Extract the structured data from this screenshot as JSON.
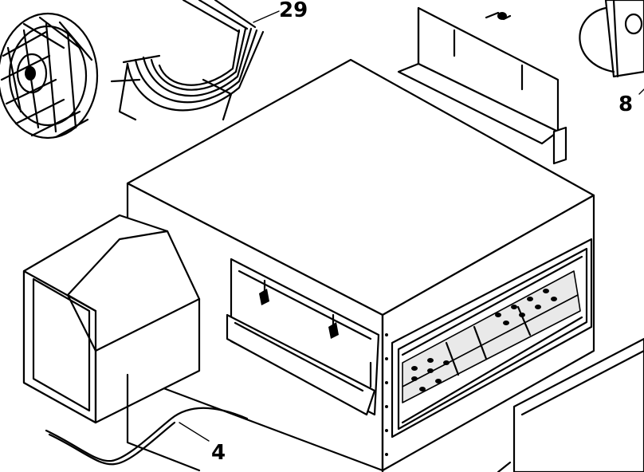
{
  "callouts": {
    "fan": "29",
    "motor": "8",
    "bottom": "4"
  }
}
